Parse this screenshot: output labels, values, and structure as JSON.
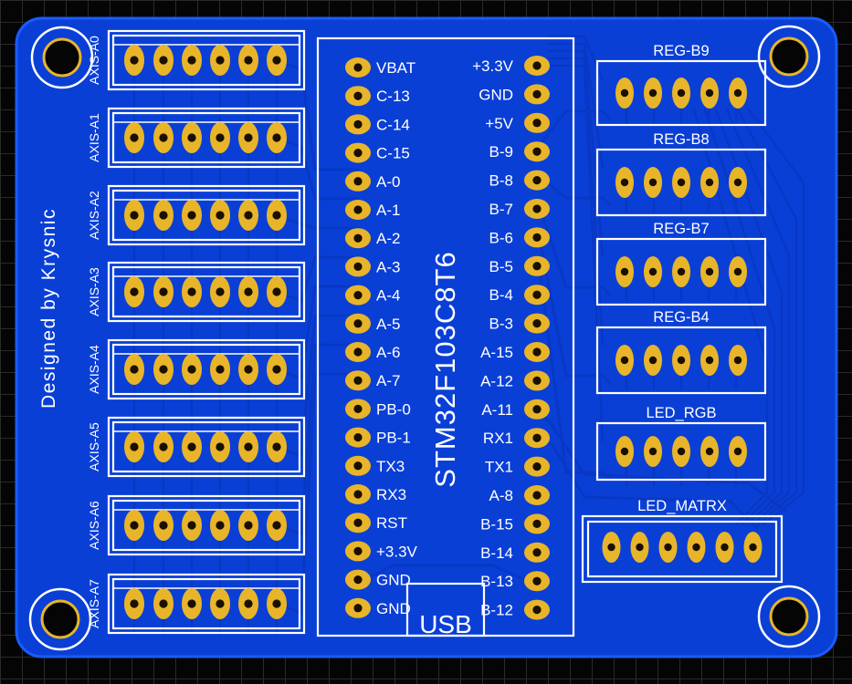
{
  "credit": "Designed by Krysnic",
  "mcu": {
    "part_number": "STM32F103C8T6",
    "usb_label": "USB"
  },
  "axis_headers": [
    "AXIS-A0",
    "AXIS-A1",
    "AXIS-A2",
    "AXIS-A3",
    "AXIS-A4",
    "AXIS-A5",
    "AXIS-A6",
    "AXIS-A7"
  ],
  "left_pins": [
    "VBAT",
    "C-13",
    "C-14",
    "C-15",
    "A-0",
    "A-1",
    "A-2",
    "A-3",
    "A-4",
    "A-5",
    "A-6",
    "A-7",
    "PB-0",
    "PB-1",
    "TX3",
    "RX3",
    "RST",
    "+3.3V",
    "GND",
    "GND"
  ],
  "right_pins": [
    "+3.3V",
    "GND",
    "+5V",
    "B-9",
    "B-8",
    "B-7",
    "B-6",
    "B-5",
    "B-4",
    "B-3",
    "A-15",
    "A-12",
    "A-11",
    "RX1",
    "TX1",
    "A-8",
    "B-15",
    "B-14",
    "B-13",
    "B-12"
  ],
  "right_headers": [
    "REG-B9",
    "REG-B8",
    "REG-B7",
    "REG-B4",
    "LED_RGB",
    "LED_MATRX"
  ],
  "colors": {
    "board": "#0a3fd6",
    "board_edge": "#1a5cff",
    "trace": "#0838c4",
    "pad": "#e8b52a",
    "pad_hole": "#1b1000",
    "silkscreen": "#ffffff",
    "background": "#050505"
  }
}
